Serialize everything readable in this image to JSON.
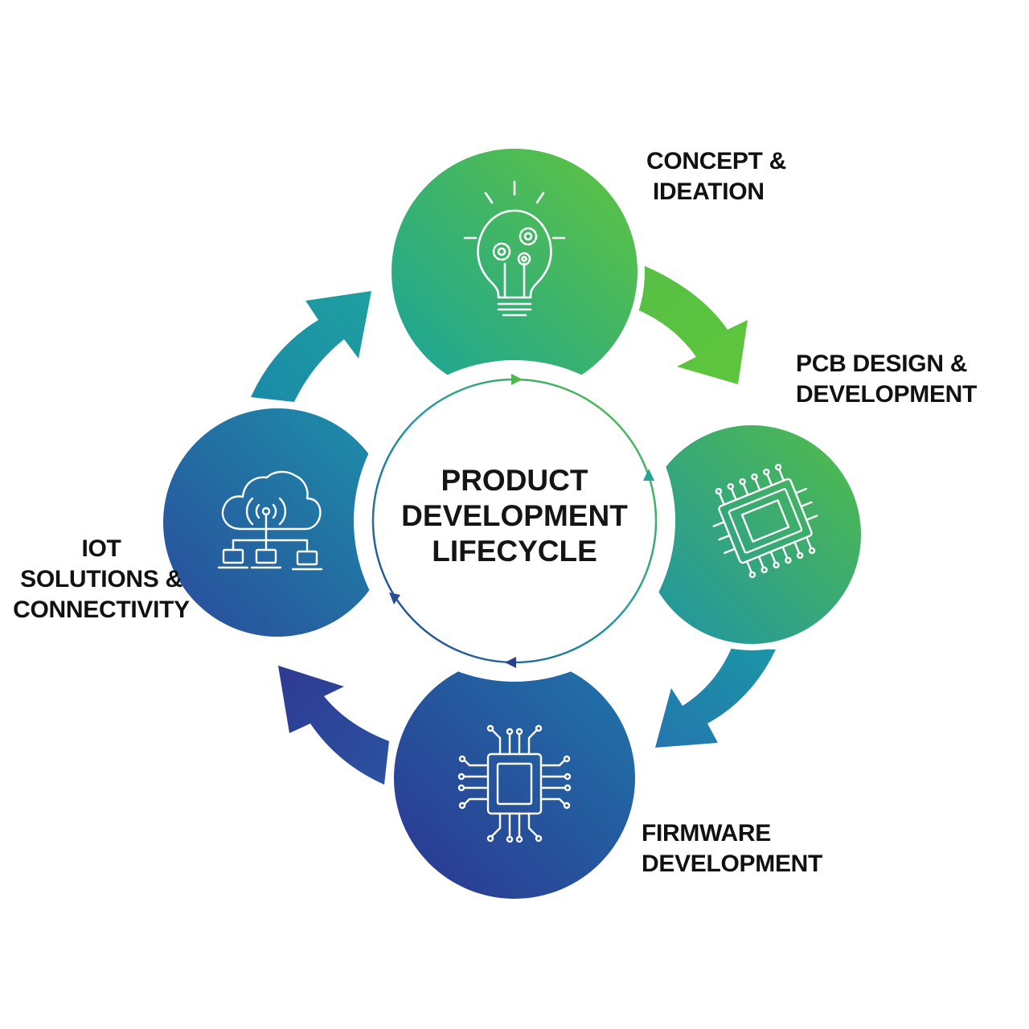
{
  "center": {
    "line1": "PRODUCT",
    "line2": "DEVELOPMENT",
    "line3": "LIFECYCLE"
  },
  "stages": [
    {
      "id": "concept",
      "line1": "CONCEPT &",
      "line2": "IDEATION",
      "icon": "lightbulb-gears-icon"
    },
    {
      "id": "pcb",
      "line1": "PCB DESIGN &",
      "line2": "DEVELOPMENT",
      "icon": "pcb-chip-icon"
    },
    {
      "id": "firmware",
      "line1": "FIRMWARE",
      "line2": "DEVELOPMENT",
      "icon": "microchip-circuit-icon"
    },
    {
      "id": "iot",
      "line1": "IOT",
      "line2": "SOLUTIONS &",
      "line3": "CONNECTIVITY",
      "icon": "cloud-network-icon"
    }
  ],
  "colors": {
    "green": "#5cc240",
    "teal": "#1fa79a",
    "blue": "#1e6aa8",
    "navy": "#2a3a8f",
    "text": "#111111"
  }
}
